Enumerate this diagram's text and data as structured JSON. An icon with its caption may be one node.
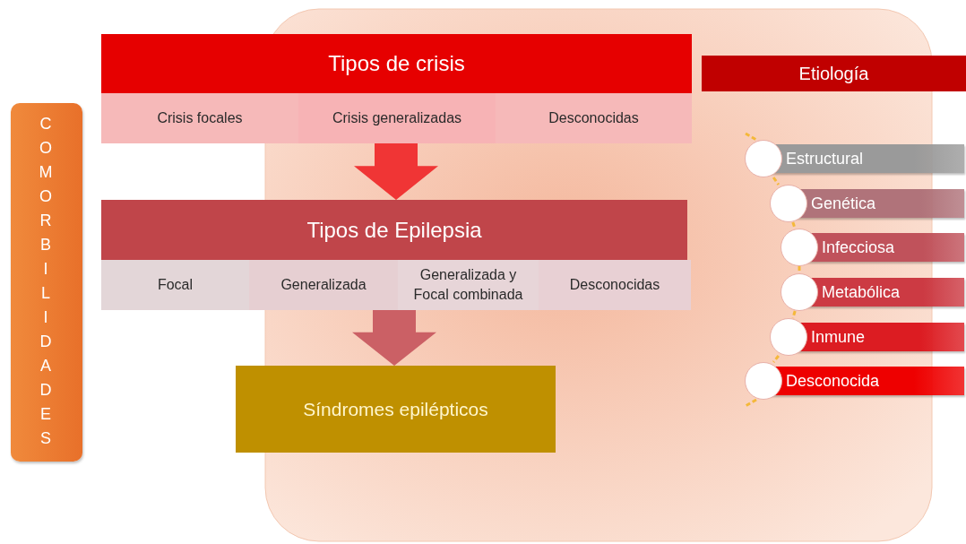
{
  "diagram": {
    "nodes": [
      {
        "text": [
          "COMORBILIDADES"
        ]
      },
      {
        "text": [
          "Tipos de crisis"
        ]
      },
      {
        "text": [
          "Crisis focales"
        ],
        "in": 1
      },
      {
        "text": [
          "Crisis generalizadas"
        ],
        "in": 1
      },
      {
        "text": [
          "Desconocidas"
        ],
        "in": 1
      },
      {
        "text": [
          "Tipos de Epilepsia"
        ]
      },
      {
        "text": [
          "Focal"
        ],
        "in": 5
      },
      {
        "text": [
          "Generalizada"
        ],
        "in": 5
      },
      {
        "text": [
          "Generalizada y Focal combinada"
        ],
        "in": 5
      },
      {
        "text": [
          "Desconocidas"
        ],
        "in": 5
      },
      {
        "text": [
          "Síndromes epilépticos"
        ]
      },
      {
        "text": [
          "Etiología"
        ]
      },
      {
        "text": [
          "Estructural"
        ]
      },
      {
        "text": [
          "Genética"
        ]
      },
      {
        "text": [
          "Infecciosa"
        ]
      },
      {
        "text": [
          "Metabólica"
        ]
      },
      {
        "text": [
          "Inmune"
        ]
      },
      {
        "text": [
          "Desconocida"
        ]
      }
    ],
    "edges": [
      {
        "from": 1,
        "to": 5,
        "arrow": "to",
        "style": "thick",
        "color": "#f03535"
      },
      {
        "from": 5,
        "to": 10,
        "arrow": "to",
        "style": "thick",
        "color": "#cb6065"
      },
      {
        "from": null,
        "to": 12,
        "arrow": "none",
        "style": "dashed",
        "color": "#f4b83a"
      },
      {
        "from": 12,
        "to": 13,
        "arrow": "none",
        "style": "dashed",
        "color": "#f4b83a"
      },
      {
        "from": 13,
        "to": 14,
        "arrow": "none",
        "style": "dashed",
        "color": "#f4b83a"
      },
      {
        "from": 14,
        "to": 15,
        "arrow": "none",
        "style": "dashed",
        "color": "#f4b83a"
      },
      {
        "from": 15,
        "to": 16,
        "arrow": "none",
        "style": "dashed",
        "color": "#f4b83a"
      },
      {
        "from": 16,
        "to": 17,
        "arrow": "none",
        "style": "dashed",
        "color": "#f4b83a"
      },
      {
        "from": 17,
        "to": null,
        "arrow": "none",
        "style": "dashed",
        "color": "#f4b83a"
      }
    ]
  }
}
